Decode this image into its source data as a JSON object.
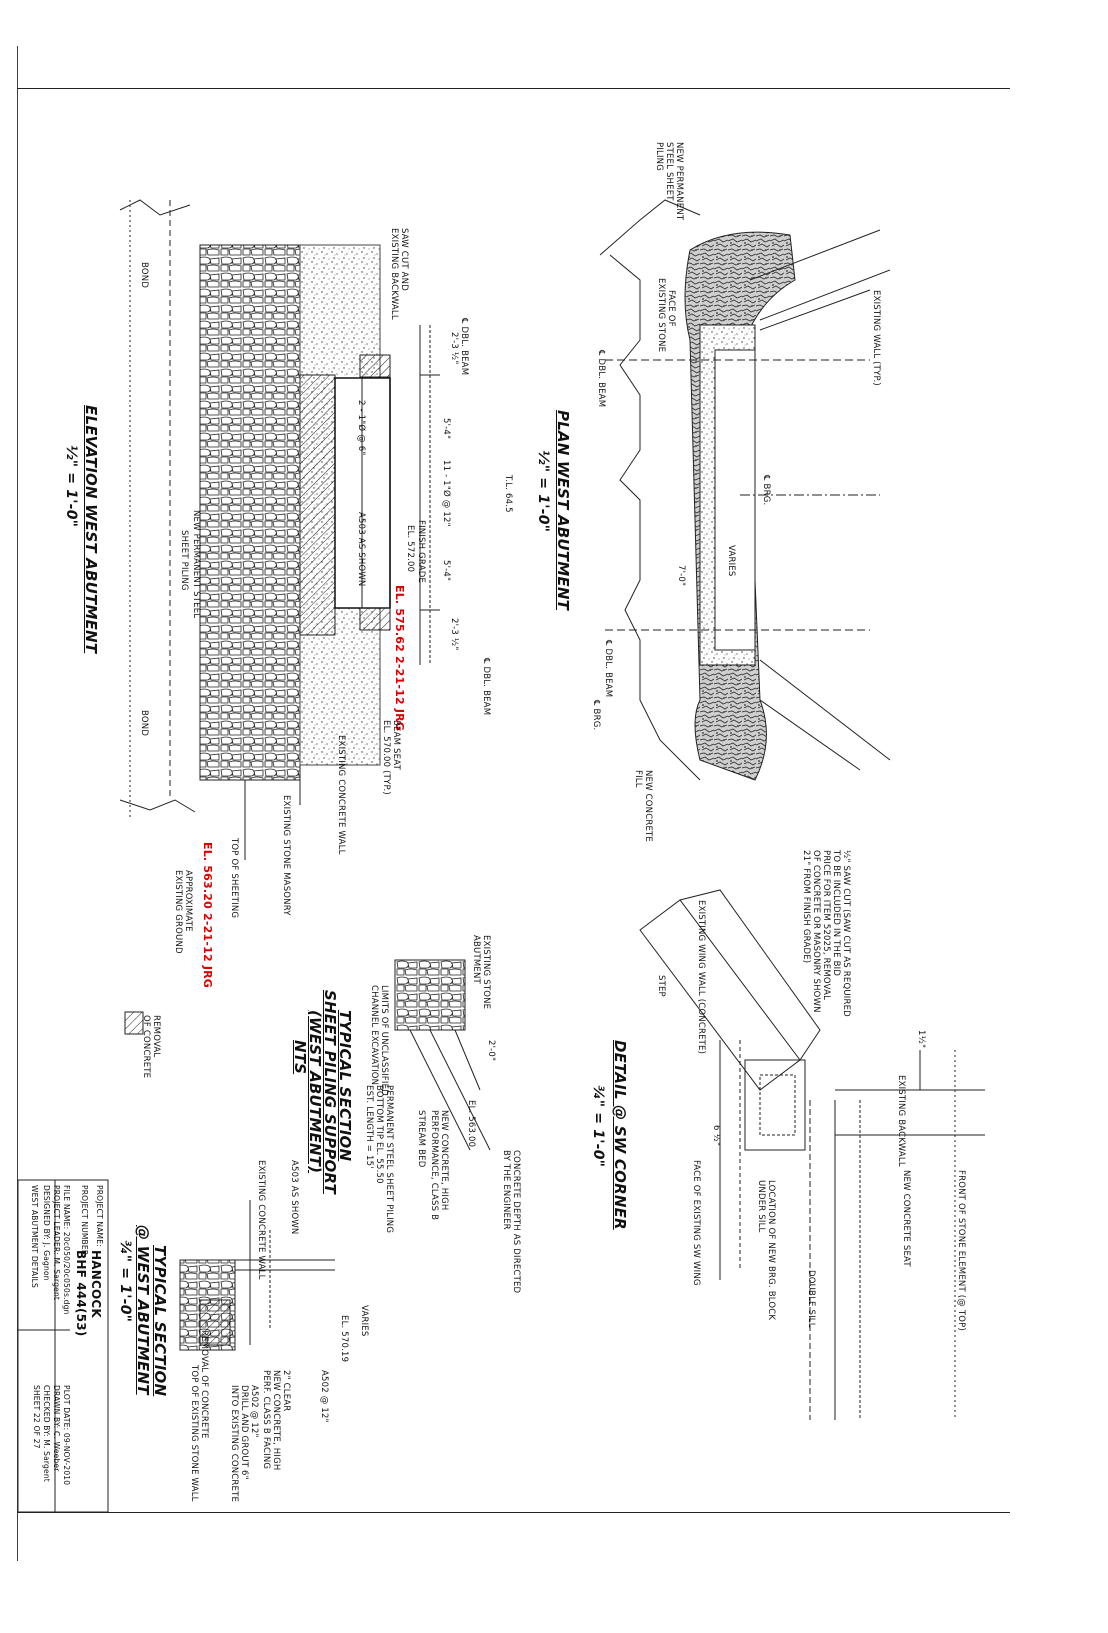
{
  "colors": {
    "ink": "#111111",
    "accent_red": "#e00000",
    "frame_red": "#d40000"
  },
  "elevation": {
    "title": "ELEVATION WEST ABUTMENT",
    "scale": "½\" = 1'-0\"",
    "bond_top": "BOND",
    "bond_bottom": "BOND",
    "sawcut": "SAW CUT AND",
    "sawcut2": "EXISTING BACKWALL",
    "dim_cl_beam": "℄ DBL. BEAM",
    "dim_2_3": "2'-3 ½\"",
    "dim_5_4a": "5'-4\"",
    "dim_11": "11 - 1\"Ø @ 12\"",
    "dim_5_4b": "5'-4\"",
    "dim_2_3b": "2'-3 ½\"",
    "dim_cl_beam2": "℄ DBL. BEAM",
    "bars_2": "2 - 1\"Ø @ 6\"",
    "a503": "A503 AS SHOWN",
    "finish_grade": "FINISH GRADE",
    "finish_el": "EL. 572.00",
    "red_el": "EL. 575.62 2-21-12 JRG",
    "tl_label": "T.L. 64.5",
    "sheet_piling": "NEW PERMANENT STEEL",
    "sheet_piling2": "SHEET PILING",
    "beam_seat": "BEAM SEAT",
    "beam_seat_el": "EL. 570.00 (TYP.)",
    "existing_concrete": "EXISTING CONCRETE WALL",
    "existing_stone": "EXISTING STONE MASONRY",
    "top_sheeting": "TOP OF SHEETING",
    "red_el2": "EL. 563.20 2-21-12 JRG",
    "approx": "APPROXIMATE",
    "existing_ground": "EXISTING GROUND"
  },
  "legend": {
    "label": "REMOVAL",
    "label2": "OF CONCRETE"
  },
  "plan": {
    "title": "PLAN WEST ABUTMENT",
    "scale": "½\" = 1'-0\"",
    "new_permanent": "NEW PERMANENT",
    "steel_sheet": "STEEL SHEET",
    "piling": "PILING",
    "face_of": "FACE OF",
    "existing_stone": "EXISTING STONE",
    "cl_dbl_beam": "℄ DBL. BEAM",
    "cl_dbl_beam2": "℄ DBL. BEAM",
    "existing_wall": "EXISTING WALL (TYP.)",
    "varies": "VARIES",
    "dim_7": "7'-0\"",
    "new_concrete": "NEW CONCRETE",
    "fill": "FILL",
    "cl_brg": "℄ BRG.",
    "cl_brg2": "℄ BRG."
  },
  "detail": {
    "title": "DETAIL @ SW CORNER",
    "scale": "¾\" = 1'-0\"",
    "sawcut1": "½\" SAW CUT (SAW CUT AS REQUIRED",
    "sawcut2": "TO BE INCLUDED IN THE BID",
    "sawcut3": "PRICE FOR ITEM 52025, REMOVAL",
    "sawcut4": "OF CONCRETE OR MASONRY SHOWN",
    "sawcut5": "21\" FROM FINISH GRADE)",
    "wing_wall": "EXISTING WING WALL (CONCRETE)",
    "step": "STEP",
    "dim_1_half": "1½\"",
    "existing_backwall": "EXISTING BACKWALL",
    "dim_6_half": "6 ½\"",
    "face_wing": "FACE OF EXISTING SW WING",
    "location": "LOCATION OF NEW BRG. BLOCK",
    "under": "UNDER SILL",
    "double_sill": "DOUBLE SILL",
    "new_concrete_seat": "NEW CONCRETE SEAT",
    "front_stone": "FRONT OF STONE ELEMENT (@ TOP)"
  },
  "sheet_pile": {
    "title": "TYPICAL SECTION",
    "title2": "SHEET PILING SUPPORT",
    "title3": "(WEST ABUTMENT)",
    "nts": "NTS",
    "existing_stone": "EXISTING STONE",
    "abutment": "ABUTMENT",
    "limits": "LIMITS OF UNCLASSIFIED",
    "channel": "CHANNEL EXCAVATION",
    "dim_2_0": "2'-0\"",
    "el_563": "EL. 563.00",
    "new_concrete": "NEW CONCRETE, HIGH",
    "performance": "PERFORMANCE, CLASS B",
    "stream_bed": "STREAM BED",
    "permanent": "PERMANENT STEEL SHEET PILING",
    "bottom_tip": "BOTTOM TIP EL. 55.50",
    "est_length": "EST. LENGTH = 15'",
    "concrete_depth": "CONCRETE DEPTH AS DIRECTED",
    "by_engineer": "BY THE ENGINEER"
  },
  "typical": {
    "title": "TYPICAL SECTION",
    "title2": "@ WEST ABUTMENT",
    "scale": "¾\" = 1'-0\"",
    "existing_concrete_wall": "EXISTING CONCRETE WALL",
    "a503": "A503 AS SHOWN",
    "varies": "VARIES",
    "el": "EL. 570.19",
    "a502": "A502 @ 12\"",
    "clear": "2\" CLEAR",
    "new_concrete": "NEW CONCRETE, HIGH",
    "perf": "PERF. CLASS B FACING",
    "a502_12": "A502 @ 12\"",
    "drill": "DRILL AND GROUT 6\"",
    "into": "INTO EXISTING CONCRETE",
    "removal": "REMOVAL OF CONCRETE",
    "top_stone": "TOP OF EXISTING STONE WALL"
  },
  "title_block": {
    "project_name_label": "PROJECT NAME:",
    "project_name": "HANCOCK",
    "project_number_label": "PROJECT NUMBER:",
    "project_number": "BHF 444(53)",
    "file_name": "FILE NAME: 20c050/20c050s.dgn",
    "project_leader": "PROJECT LEADER: M. Sargent",
    "designed_by": "DESIGNED BY:    J. Gagnon",
    "sheet_title": "WEST ABUTMENT DETAILS",
    "plot_date": "PLOT DATE: 09-NOV-2010",
    "drawn_by": "DRAWN BY: C. Weeber",
    "checked_by": "CHECKED BY: M. Sargent",
    "sheet": "SHEET 22  OF 27"
  }
}
